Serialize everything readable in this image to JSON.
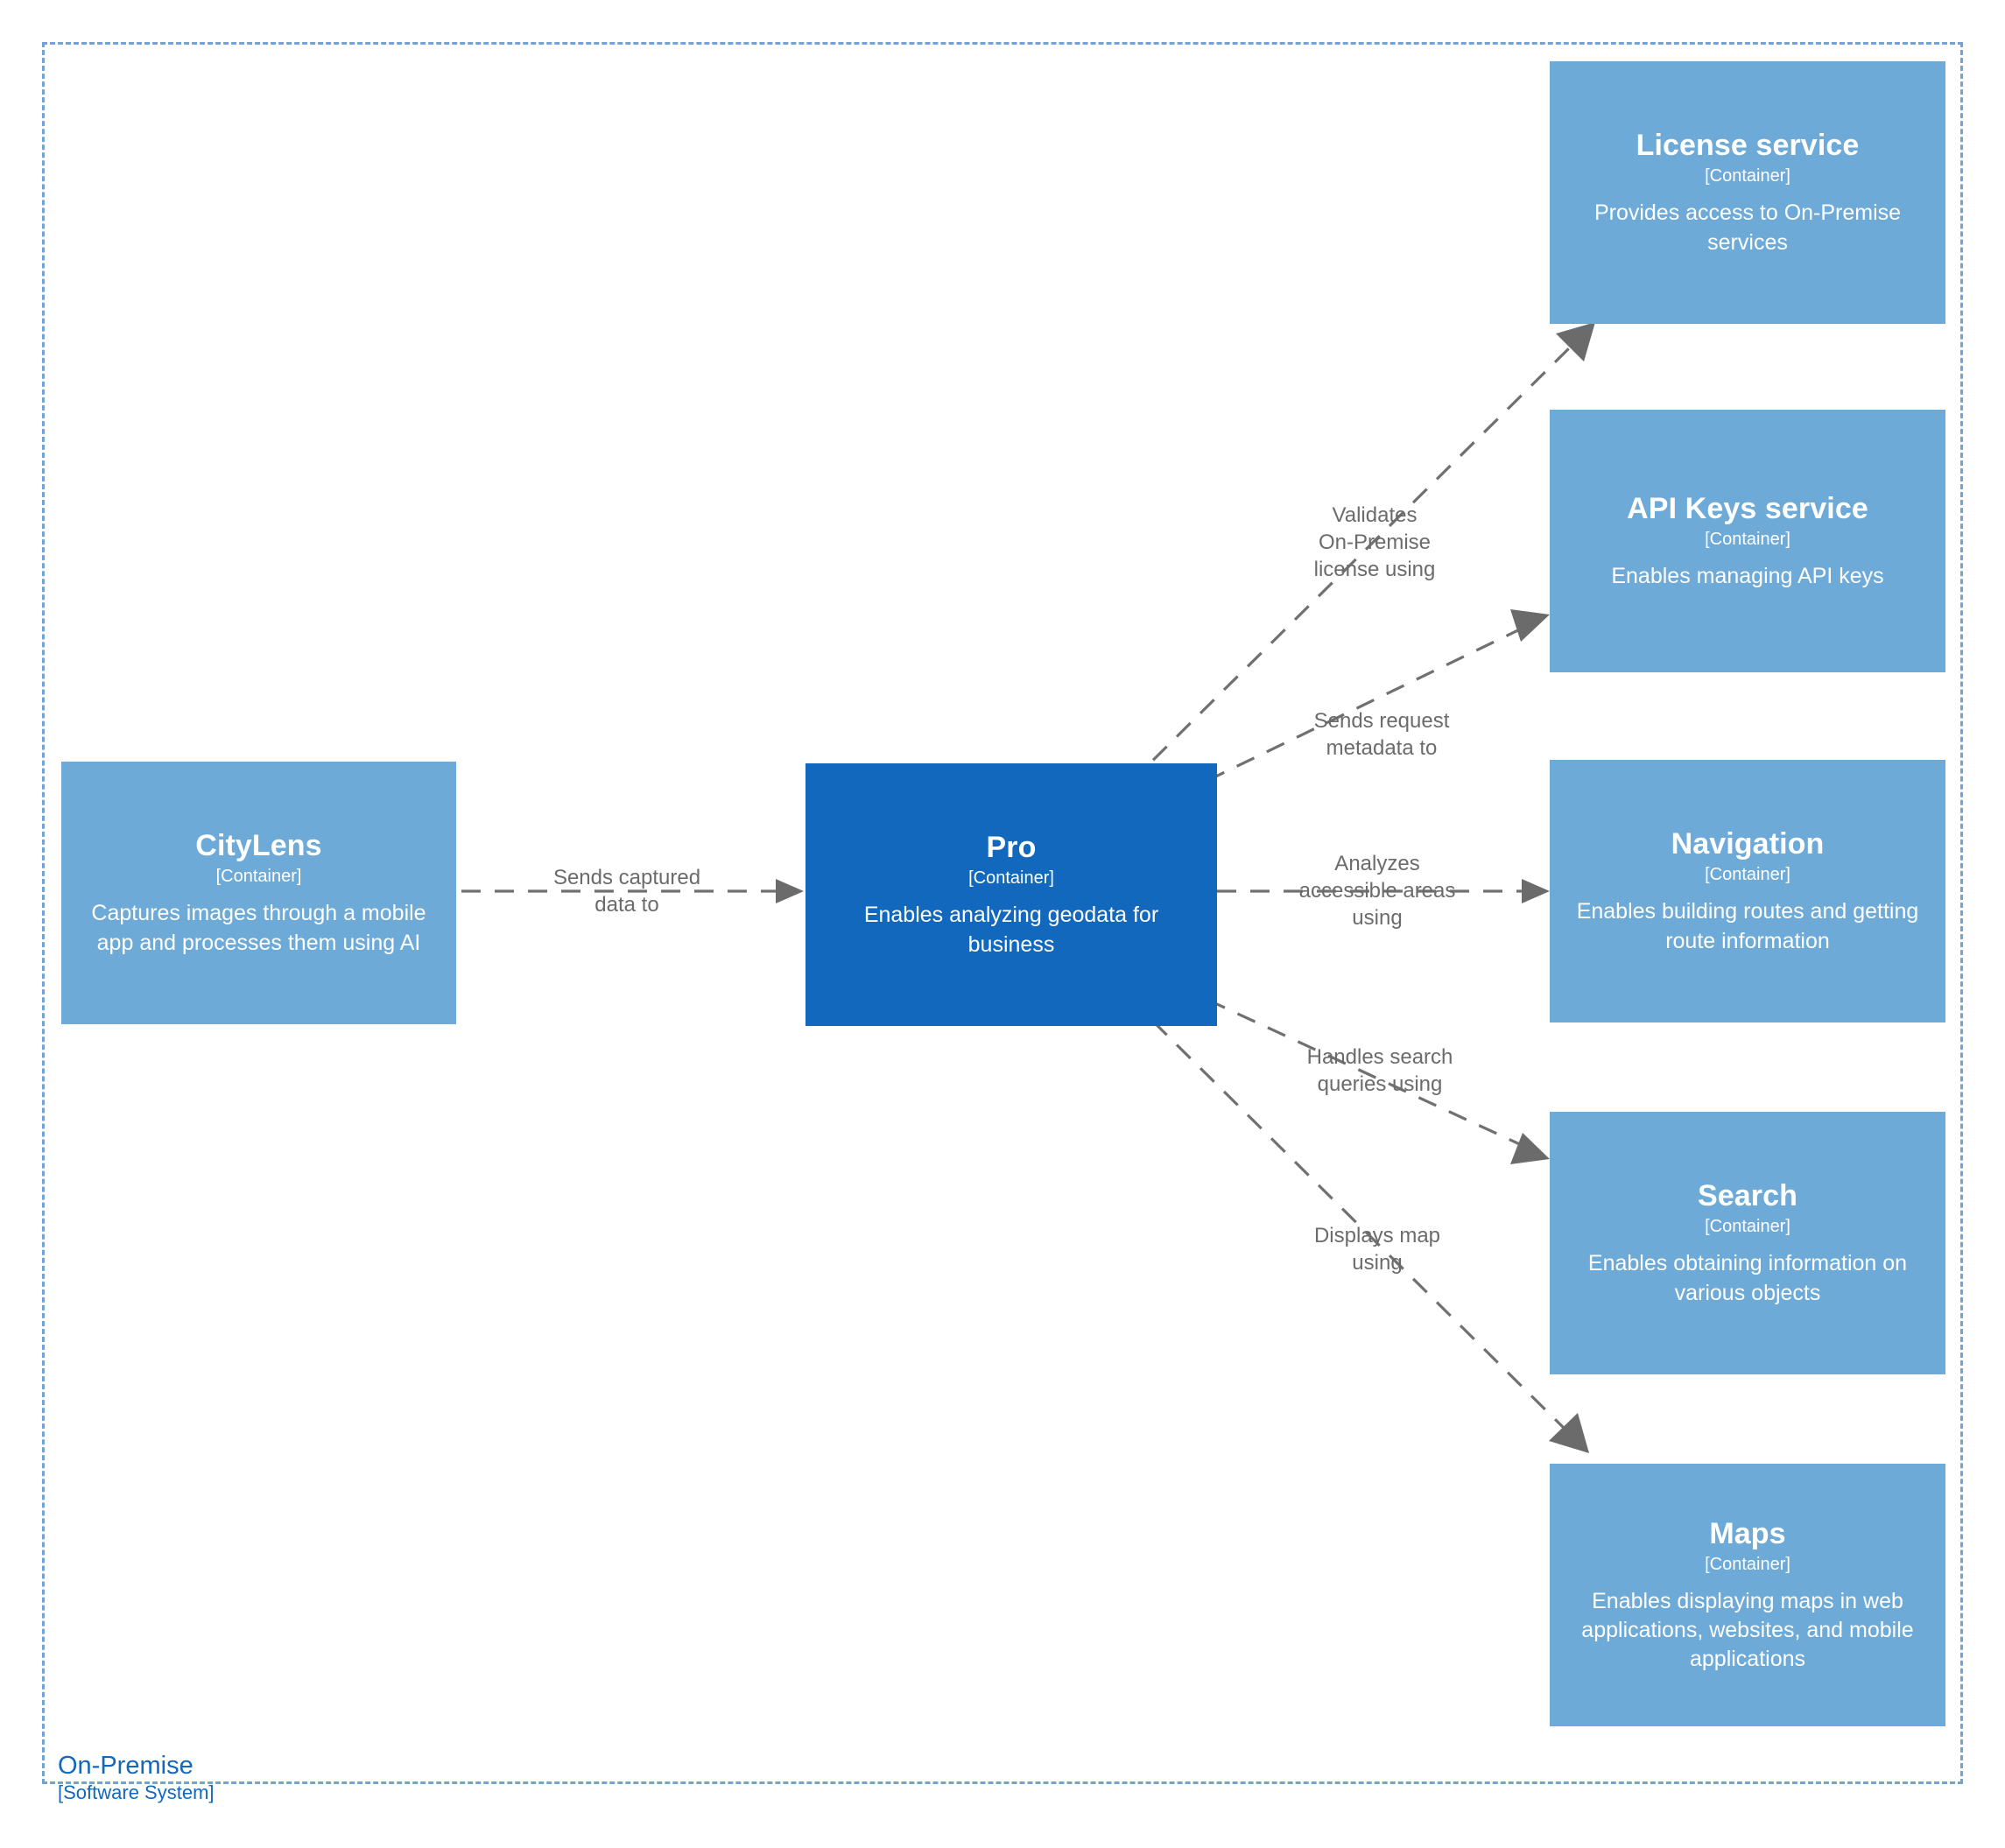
{
  "boundary": {
    "name": "On-Premise",
    "type": "[Software System]",
    "border_color": "#74a2d6",
    "label_color": "#1168bd"
  },
  "palette": {
    "container_fill": "#6daad8",
    "focus_fill": "#1168bd",
    "edge_color": "#6b6b6b",
    "text_on_fill": "#ffffff"
  },
  "containers": [
    {
      "id": "citylens",
      "title": "CityLens",
      "type": "[Container]",
      "desc": "Captures images through a mobile app and processes them using AI",
      "style": "external"
    },
    {
      "id": "pro",
      "title": "Pro",
      "type": "[Container]",
      "desc": "Enables analyzing geodata for business",
      "style": "focus"
    },
    {
      "id": "license-service",
      "title": "License service",
      "type": "[Container]",
      "desc": "Provides access to On-Premise services",
      "style": "external"
    },
    {
      "id": "api-keys-service",
      "title": "API Keys service",
      "type": "[Container]",
      "desc": "Enables managing API keys",
      "style": "external"
    },
    {
      "id": "navigation",
      "title": "Navigation",
      "type": "[Container]",
      "desc": "Enables building routes and getting route information",
      "style": "external"
    },
    {
      "id": "search",
      "title": "Search",
      "type": "[Container]",
      "desc": "Enables obtaining information on various objects",
      "style": "external"
    },
    {
      "id": "maps",
      "title": "Maps",
      "type": "[Container]",
      "desc": "Enables displaying maps in web applications, websites, and mobile applications",
      "style": "external"
    }
  ],
  "relationships": [
    {
      "id": "rel-citylens-pro",
      "from": "citylens",
      "to": "pro",
      "label": "Sends captured\ndata to"
    },
    {
      "id": "rel-pro-license",
      "from": "pro",
      "to": "license-service",
      "label": "Validates\nOn-Premise\nlicense using"
    },
    {
      "id": "rel-pro-apikeys",
      "from": "pro",
      "to": "api-keys-service",
      "label": "Sends request\nmetadata to"
    },
    {
      "id": "rel-pro-navigation",
      "from": "pro",
      "to": "navigation",
      "label": "Analyzes\naccessible areas\nusing"
    },
    {
      "id": "rel-pro-search",
      "from": "pro",
      "to": "search",
      "label": "Handles search\nqueries using"
    },
    {
      "id": "rel-pro-maps",
      "from": "pro",
      "to": "maps",
      "label": "Displays map\nusing"
    }
  ]
}
